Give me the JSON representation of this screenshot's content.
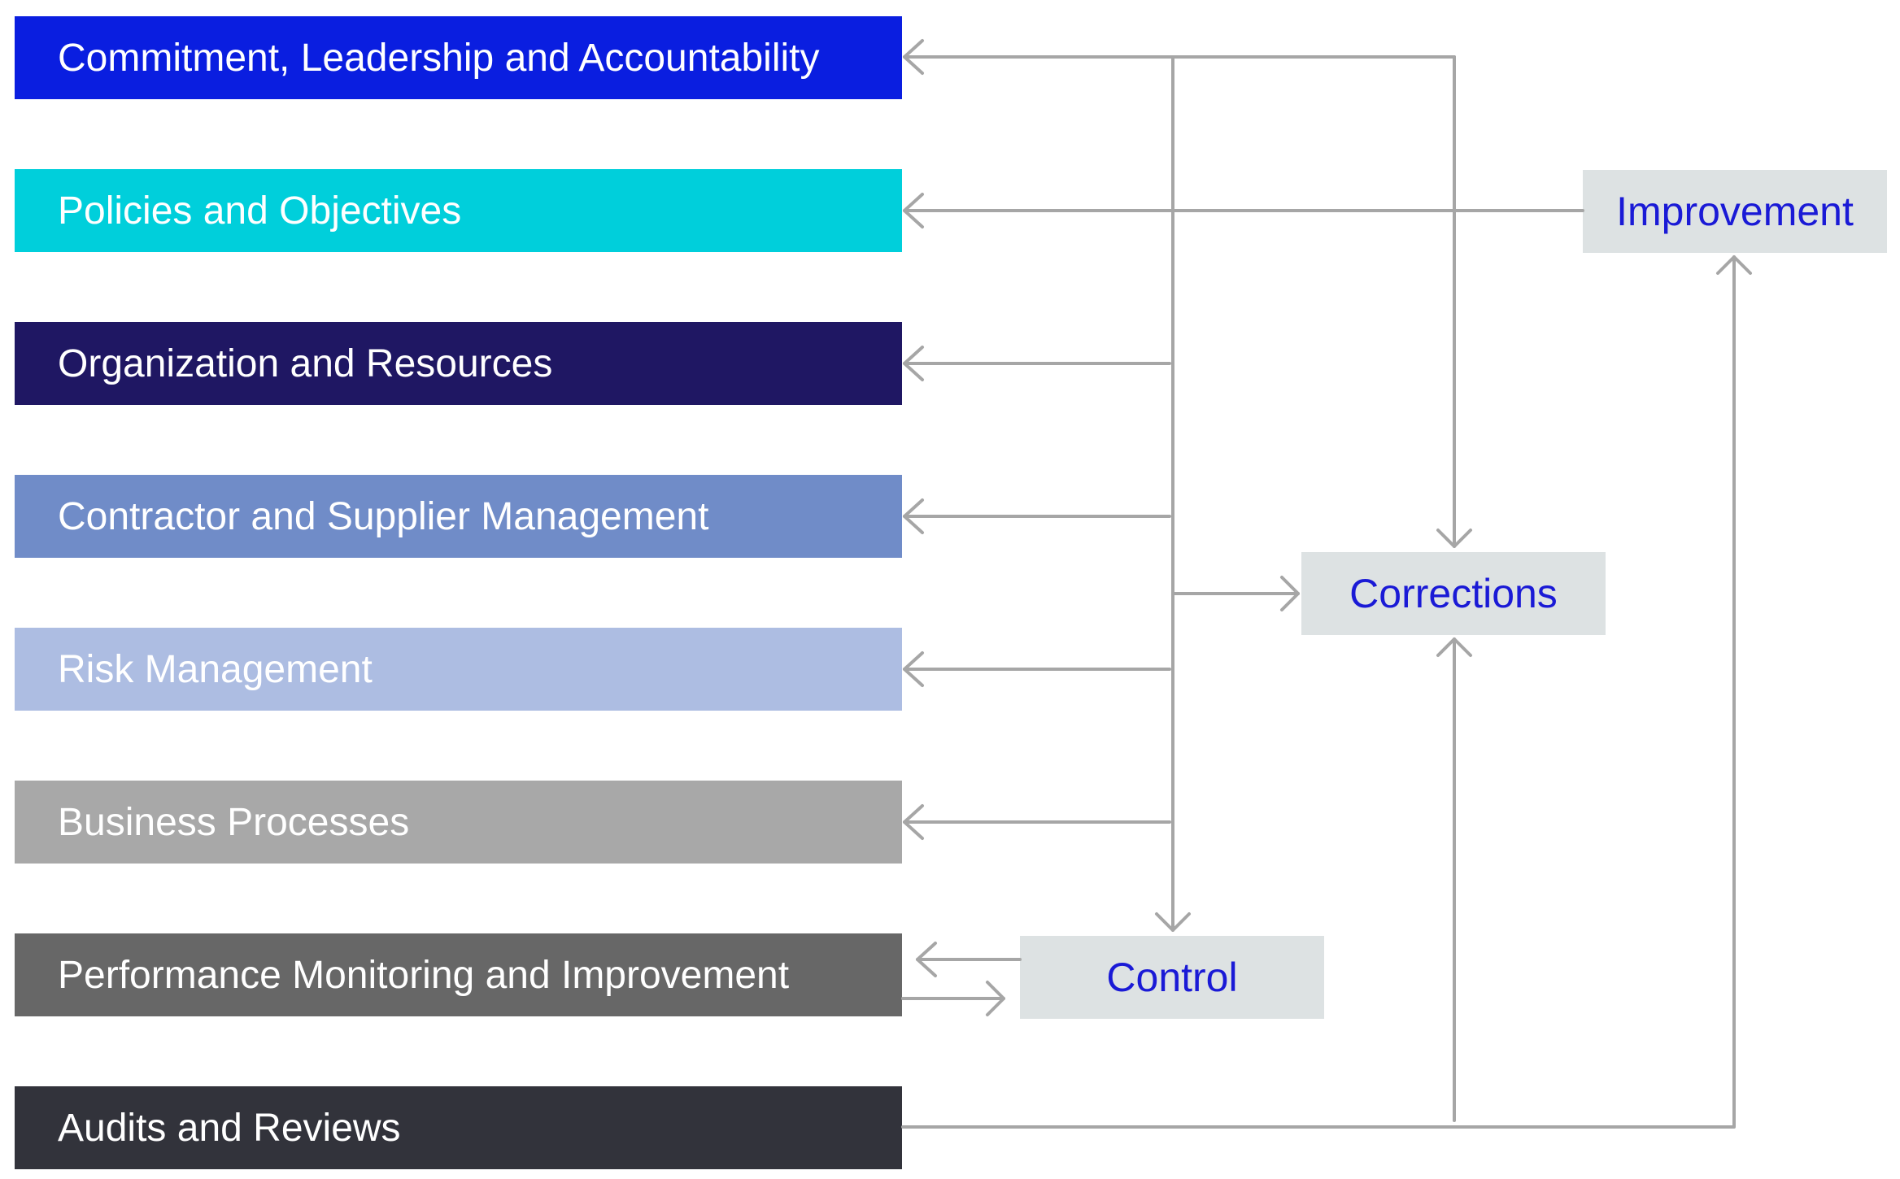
{
  "stages": [
    {
      "label": "Commitment, Leadership and Accountability",
      "color": "#0a1ee0"
    },
    {
      "label": "Policies and Objectives",
      "color": "#00cfdb"
    },
    {
      "label": "Organization and Resources",
      "color": "#1f1763"
    },
    {
      "label": "Contractor and Supplier Management",
      "color": "#708cc8"
    },
    {
      "label": "Risk Management",
      "color": "#adbde2"
    },
    {
      "label": "Business Processes",
      "color": "#a8a8a8"
    },
    {
      "label": "Performance Monitoring and Improvement",
      "color": "#676767"
    },
    {
      "label": "Audits and Reviews",
      "color": "#32333b"
    }
  ],
  "nodes": {
    "improvement": "Improvement",
    "corrections": "Corrections",
    "control": "Control"
  },
  "colors": {
    "connector": "#a6a6a6",
    "node_fill": "#dde2e3",
    "node_text": "#1a1ad6"
  }
}
